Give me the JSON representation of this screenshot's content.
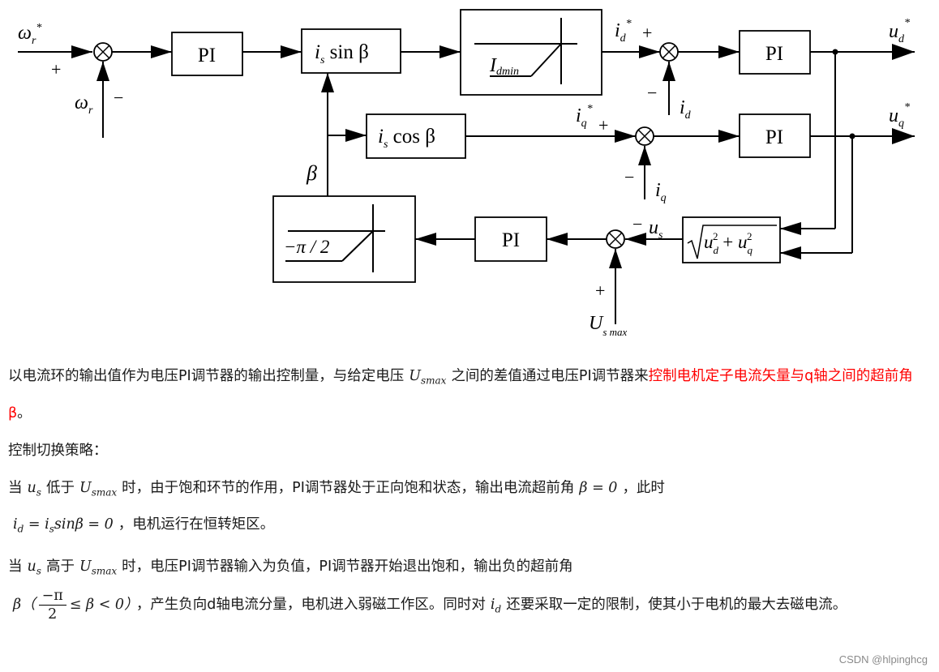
{
  "diagram": {
    "blocks": {
      "pi_speed": "PI",
      "sin_block": {
        "prefix": "i",
        "sub": "s",
        "func": " sin β"
      },
      "limiter": {
        "main": "I",
        "sub": "dmin"
      },
      "pi_d": "PI",
      "cos_block": {
        "prefix": "i",
        "sub": "s",
        "func": " cos β"
      },
      "pi_q": "PI",
      "pi_voltage": "PI",
      "beta_limiter": "−π / 2",
      "magnitude": {
        "radical": "√",
        "u": "u",
        "d": "d",
        "q": "q",
        "sq": "2",
        "plus": " + "
      }
    },
    "labels": {
      "omega_ref": {
        "main": "ω",
        "sub": "r",
        "sup": "*"
      },
      "omega_ref_sign": "+",
      "omega_fb": {
        "main": "ω",
        "sub": "r"
      },
      "omega_fb_sign": "−",
      "id_ref": {
        "main": "i",
        "sub": "d",
        "sup": "*"
      },
      "id_ref_sign": "+",
      "id_fb": {
        "main": "i",
        "sub": "d"
      },
      "id_fb_sign": "−",
      "ud_out": {
        "main": "u",
        "sub": "d",
        "sup": "*"
      },
      "iq_ref": {
        "main": "i",
        "sub": "q",
        "sup": "*"
      },
      "iq_ref_sign": "+",
      "iq_fb": {
        "main": "i",
        "sub": "q"
      },
      "iq_fb_sign": "−",
      "uq_out": {
        "main": "u",
        "sub": "q",
        "sup": "*"
      },
      "beta": "β",
      "us": {
        "main": "u",
        "sub": "s"
      },
      "us_sign": "−",
      "usmax": {
        "main": "U",
        "sub": "s max"
      },
      "usmax_sign": "+"
    }
  },
  "text": {
    "p1": {
      "a": "以电流环的输出值作为电压PI调节器的输出控制量，与给定电压",
      "m1": {
        "main": "U",
        "sub": "smax"
      },
      "b": "之间的差值通过电压PI调节器来",
      "red": "控制电机定子电流矢量与q轴之间的超前角β",
      "c": "。"
    },
    "p2": "控制切换策略：",
    "p3": {
      "a": "当",
      "m1": {
        "main": "u",
        "sub": "s"
      },
      "b": "低于",
      "m2": {
        "main": "U",
        "sub": "smax"
      },
      "c": "时，由于饱和环节的作用，PI调节器处于正向饱和状态，输出电流超前角",
      "m3": "β = 0",
      "d": "，此时",
      "m4": "i_d = i_s sinβ = 0",
      "m4_parts": {
        "i1": "i",
        "s1": "d",
        "eq": " = ",
        "i2": "i",
        "s2": "s",
        "rest": "sinβ = 0"
      },
      "e": "，电机运行在恒转矩区。"
    },
    "p4": {
      "a": "当",
      "m1": {
        "main": "u",
        "sub": "s"
      },
      "b": "高于",
      "m2": {
        "main": "U",
        "sub": "smax"
      },
      "c": "时，电压PI调节器输入为负值，PI调节器开始退出饱和，输出负的超前角",
      "m3a": "β（",
      "frac_num": "−π",
      "frac_den": "2",
      "m3b": "≤ β < 0）",
      "d": "，产生负向d轴电流分量，电机进入弱磁工作区。同时对",
      "m4": {
        "main": "i",
        "sub": "d"
      },
      "e": "还要采取一定的限制，使其小于电机的最大去磁电流。"
    }
  },
  "watermark": "CSDN @hlpinghcg"
}
